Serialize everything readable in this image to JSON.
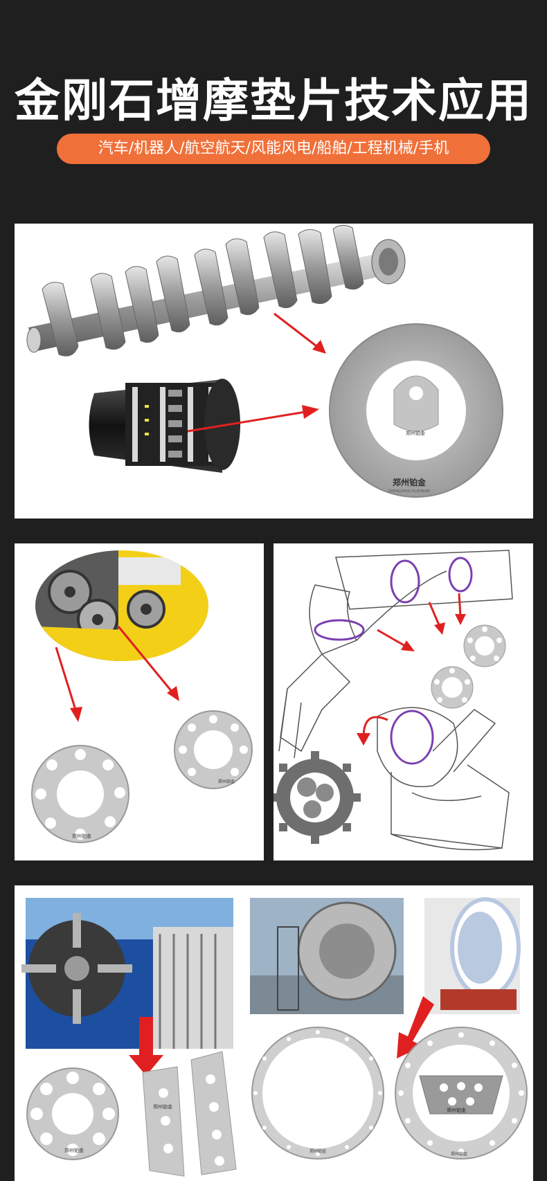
{
  "header": {
    "title": "金刚石增摩垫片技术应用",
    "subtitle": "汽车/机器人/航空航天/风能风电/船舶/工程机械/手机"
  },
  "brand": {
    "logo_text": "郑州铂金",
    "logo_subtext": "ZHENGZHOU PLATINUM"
  },
  "colors": {
    "background": "#1f1f1f",
    "accent": "#f0703a",
    "arrow": "#e02020",
    "highlight": "#7a3fb0"
  }
}
